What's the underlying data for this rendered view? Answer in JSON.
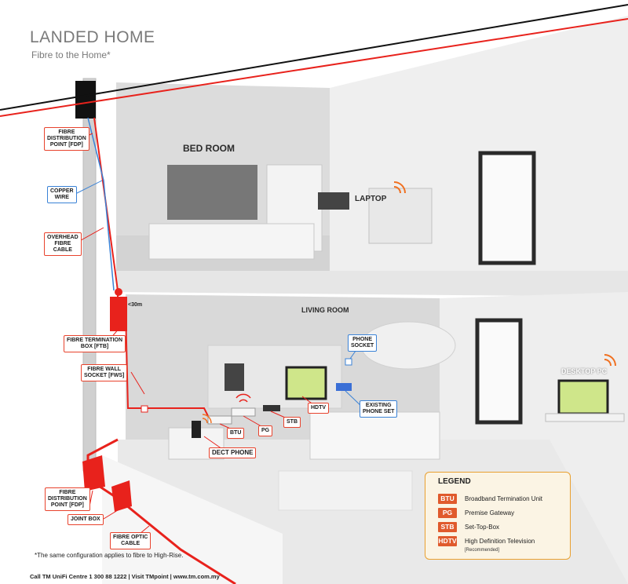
{
  "title": "LANDED HOME",
  "subtitle": "Fibre to the Home*",
  "rooms": {
    "bedroom": "BED ROOM",
    "living": "LIVING ROOM",
    "laptop": "LAPTOP",
    "desktop": "DESKTOP PC"
  },
  "distance": "<30m",
  "callouts": {
    "fdp_top": "FIBRE\nDISTRIBUTION\nPOINT [FDP]",
    "copper": "COPPER\nWIRE",
    "overhead": "OVERHEAD\nFIBRE\nCABLE",
    "ftb": "FIBRE TERMINATION\nBOX [FTB]",
    "fws": "FIBRE WALL\nSOCKET [FWS]",
    "btu": "BTU",
    "pg": "PG",
    "stb": "STB",
    "hdtv": "HDTV",
    "dect": "DECT PHONE",
    "phone_socket": "PHONE\nSOCKET",
    "existing_phone": "EXISTING\nPHONE SET",
    "fdp_bottom": "FIBRE\nDISTRIBUTION\nPOINT [FDP]",
    "joint_box": "JOINT BOX",
    "optic_cable": "FIBRE OPTIC\nCABLE"
  },
  "legend": {
    "title": "LEGEND",
    "items": [
      {
        "key": "BTU",
        "desc": "Broadband Termination Unit"
      },
      {
        "key": "PG",
        "desc": "Premise Gateway"
      },
      {
        "key": "STB",
        "desc": "Set-Top-Box"
      },
      {
        "key": "HDTV",
        "desc": "High Definition Television"
      }
    ],
    "sub": "[Recommended]"
  },
  "note": "*The same configuration applies to fibre to High-Rise.",
  "footer": "Call TM UniFi Centre 1 300 88 1222 | Visit TMpoint | www.tm.com.my",
  "colors": {
    "fibre": "#e8221c",
    "copper": "#3a82d6",
    "legend_key": "#e05a2c",
    "legend_border": "#e9a030"
  }
}
